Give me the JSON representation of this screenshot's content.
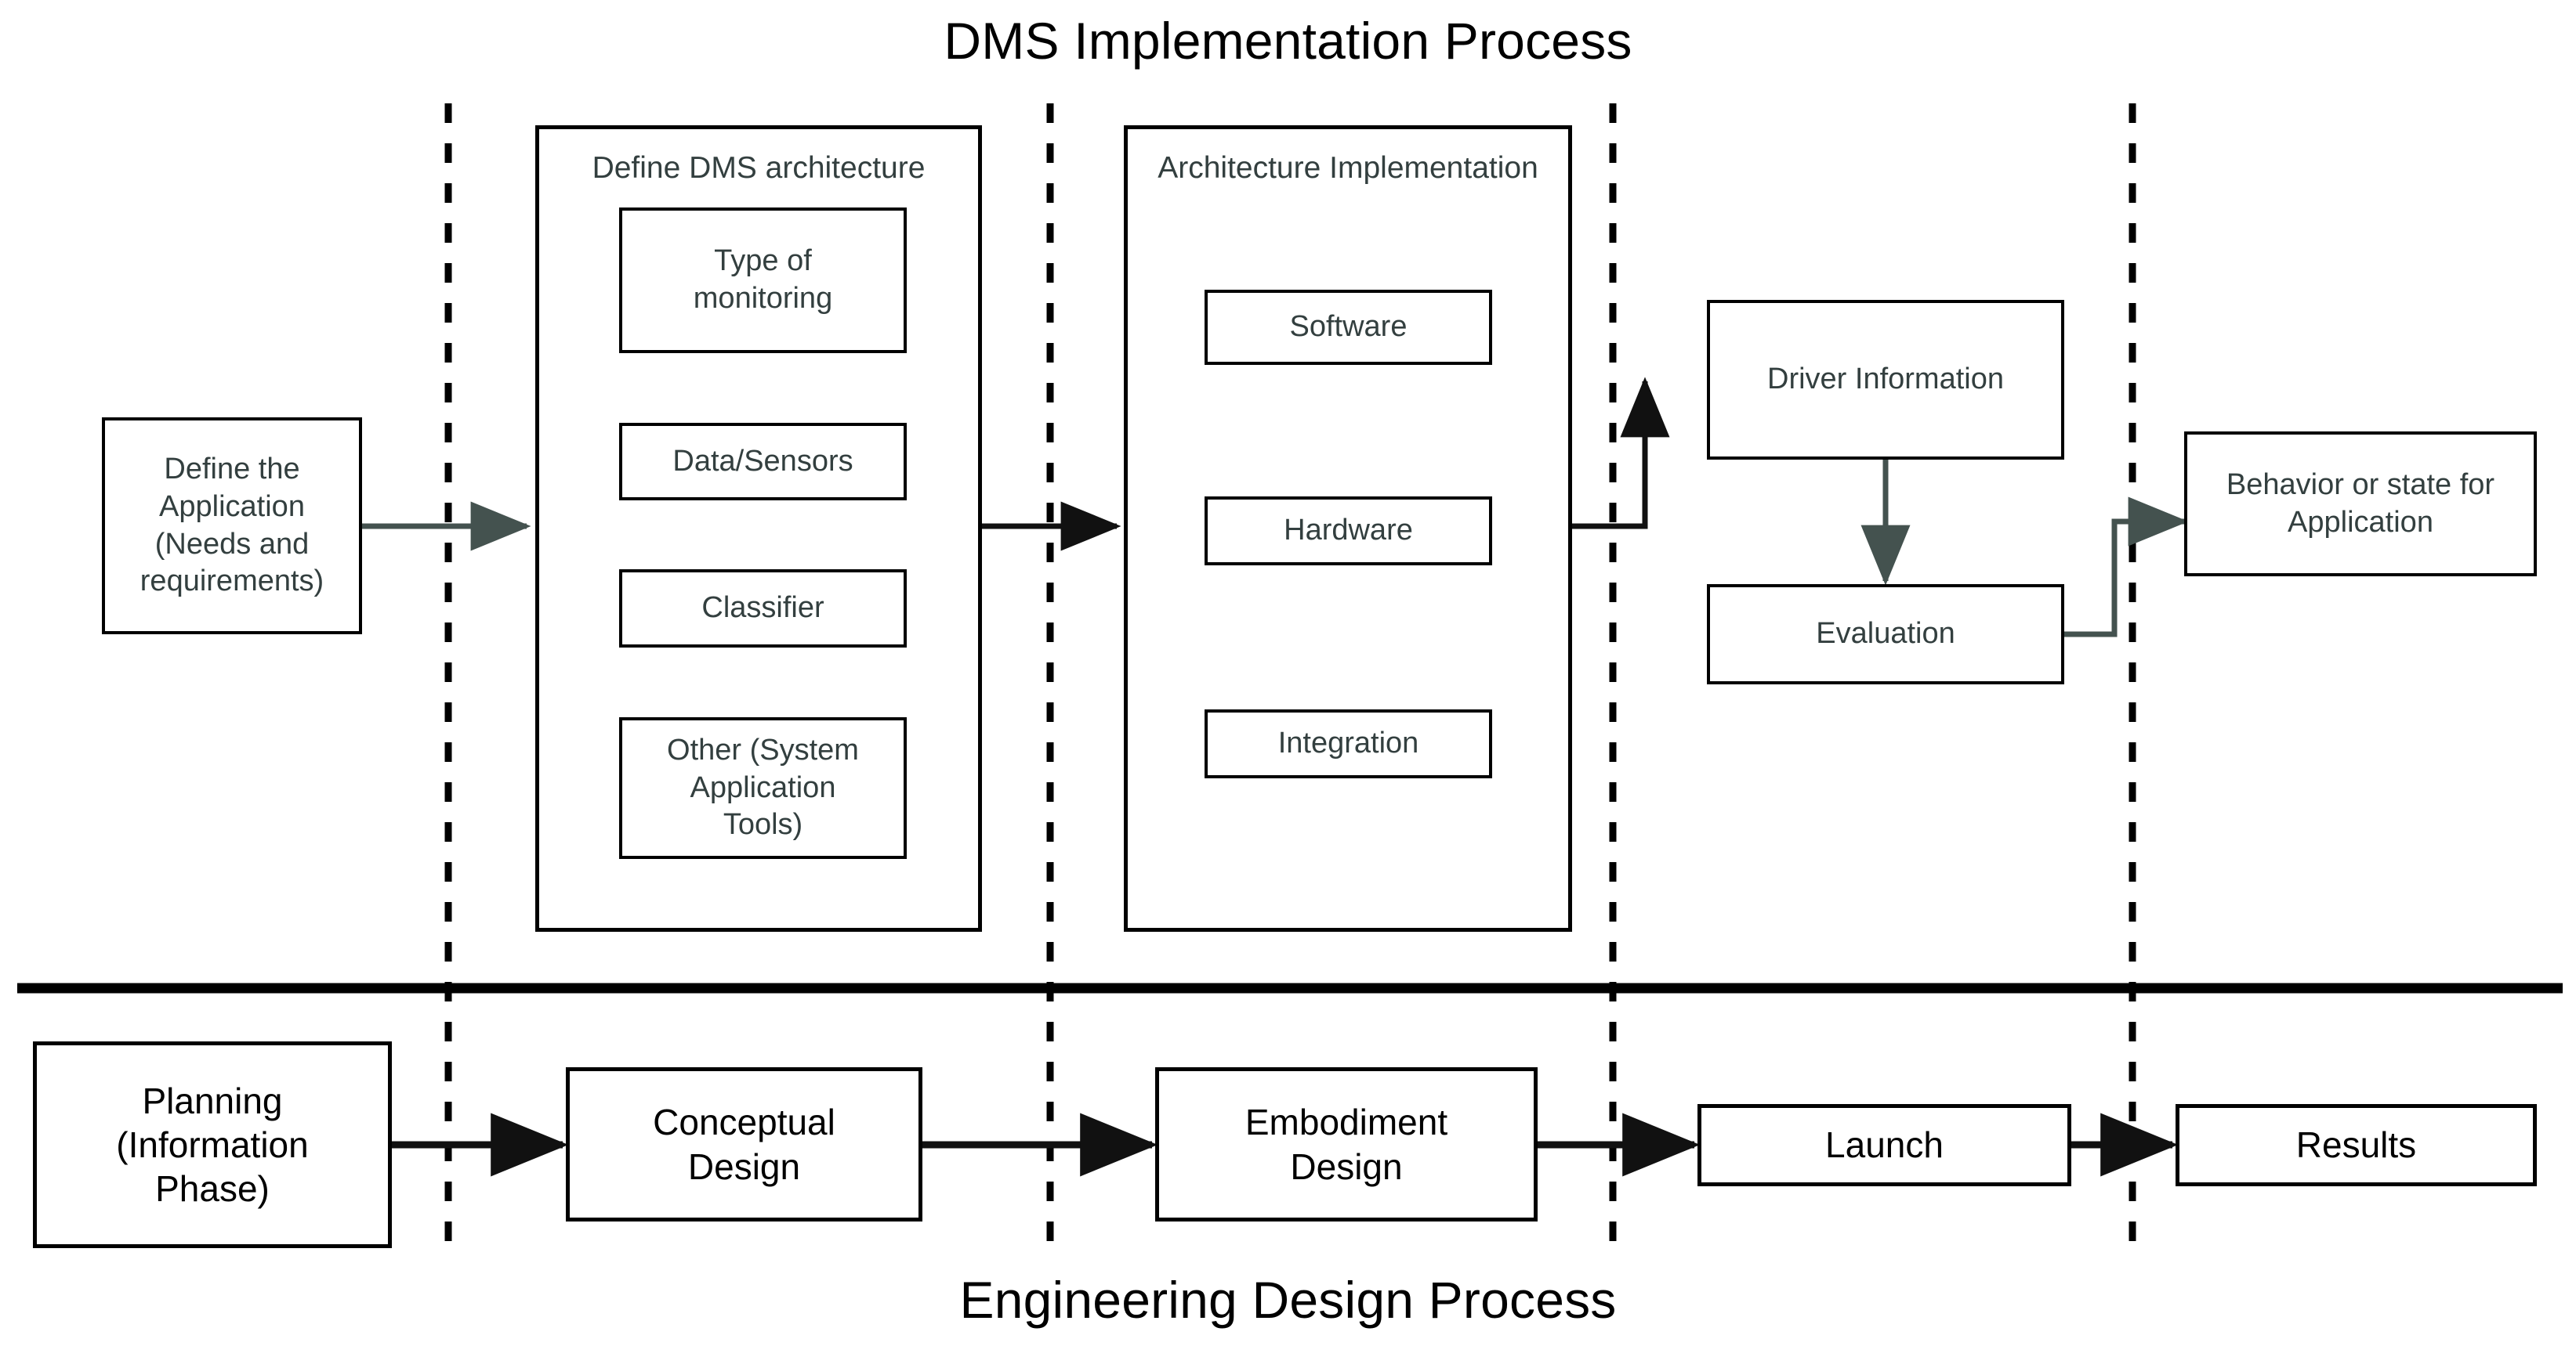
{
  "titles": {
    "top": "DMS Implementation Process",
    "bottom": "Engineering Design Process"
  },
  "colors": {
    "stroke_black": "#000000",
    "text_gray": "#333f3f",
    "arrow_gray": "#44524f",
    "background": "#ffffff"
  },
  "top_row": {
    "entry_node": {
      "label": "Define the\nApplication\n(Needs and\nrequirements)"
    },
    "groups": [
      {
        "label": "Define DMS architecture",
        "nodes": [
          {
            "label": "Type of\nmonitoring"
          },
          {
            "label": "Data/Sensors"
          },
          {
            "label": "Classifier"
          },
          {
            "label": "Other (System\nApplication\nTools)"
          }
        ]
      },
      {
        "label": "Architecture Implementation",
        "nodes": [
          {
            "label": "Software"
          },
          {
            "label": "Hardware"
          },
          {
            "label": "Integration"
          }
        ]
      }
    ],
    "evaluation_stack": [
      {
        "label": "Driver Information"
      },
      {
        "label": "Evaluation"
      }
    ],
    "output_node": {
      "label": "Behavior or state for\nApplication"
    }
  },
  "bottom_row": {
    "nodes": [
      {
        "label": "Planning\n(Information\nPhase)"
      },
      {
        "label": "Conceptual\nDesign"
      },
      {
        "label": "Embodiment\nDesign"
      },
      {
        "label": "Launch"
      },
      {
        "label": "Results"
      }
    ]
  },
  "phase_dividers": {
    "count": 4,
    "style": "dashed-vertical"
  },
  "process_separator": {
    "style": "solid-horizontal-thick"
  }
}
